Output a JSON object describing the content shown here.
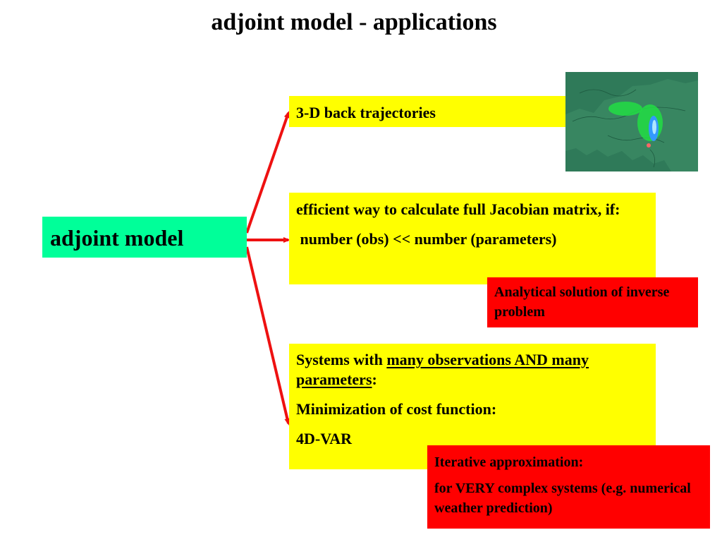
{
  "title": "adjoint model - applications",
  "colors": {
    "root_fill": "#00ff99",
    "yellow_fill": "#ffff00",
    "red_fill": "#ff0000",
    "arrow": "#ee1111",
    "map_sea": "#2f7a59",
    "map_land": "#3f8e67",
    "plume_green": "#22dd44",
    "plume_blue": "#3399ff"
  },
  "root": {
    "label": "adjoint model"
  },
  "back_trajectories": {
    "label": "3-D back trajectories"
  },
  "jacobian": {
    "line1": "efficient way to calculate full Jacobian matrix, if:",
    "line2": " number (obs) << number (parameters)"
  },
  "analytical": {
    "label": "Analytical solution of inverse problem"
  },
  "systems": {
    "prefix": "Systems with ",
    "underlined": "many observations AND many parameters",
    "suffix": ":",
    "line2": "Minimization of cost function:",
    "line3": "4D-VAR"
  },
  "iterative": {
    "line1": "Iterative approximation:",
    "line2": "for VERY complex systems (e.g. numerical weather prediction)"
  },
  "map_icon": "europe-trajectory-map"
}
